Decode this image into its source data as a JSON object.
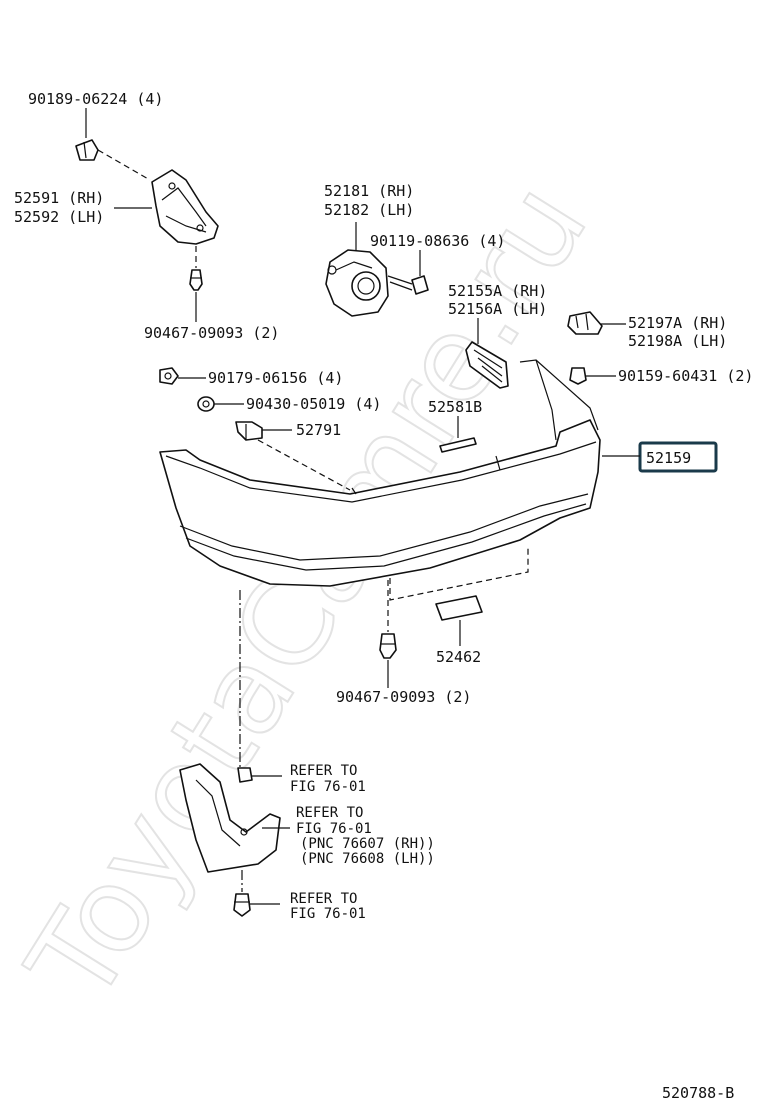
{
  "watermark": "ToyotaCamre.ru",
  "labels": {
    "p90189": "90189-06224 (4)",
    "p52591": "52591 (RH)",
    "p52592": "52592 (LH)",
    "p90467_top": "90467-09093 (2)",
    "p52181": "52181 (RH)",
    "p52182": "52182 (LH)",
    "p90119": "90119-08636 (4)",
    "p52155A": "52155A (RH)",
    "p52156A": "52156A (LH)",
    "p52197A": "52197A (RH)",
    "p52198A": "52198A (LH)",
    "p90179": "90179-06156 (4)",
    "p90159": "90159-60431 (2)",
    "p90430": "90430-05019 (4)",
    "p52581B": "52581B",
    "p52791": "52791",
    "p52159": "52159",
    "p52462": "52462",
    "p90467_bottom": "90467-09093 (2)",
    "refer1_a": "REFER TO",
    "refer1_b": "FIG 76-01",
    "refer2_a": "REFER TO",
    "refer2_b": "FIG 76-01",
    "refer2_c": "(PNC 76607 (RH))",
    "refer2_d": "(PNC 76608 (LH))",
    "refer3_a": "REFER TO",
    "refer3_b": "FIG 76-01",
    "figure_id": "520788-B"
  },
  "highlight_color": "#1a3a4a"
}
